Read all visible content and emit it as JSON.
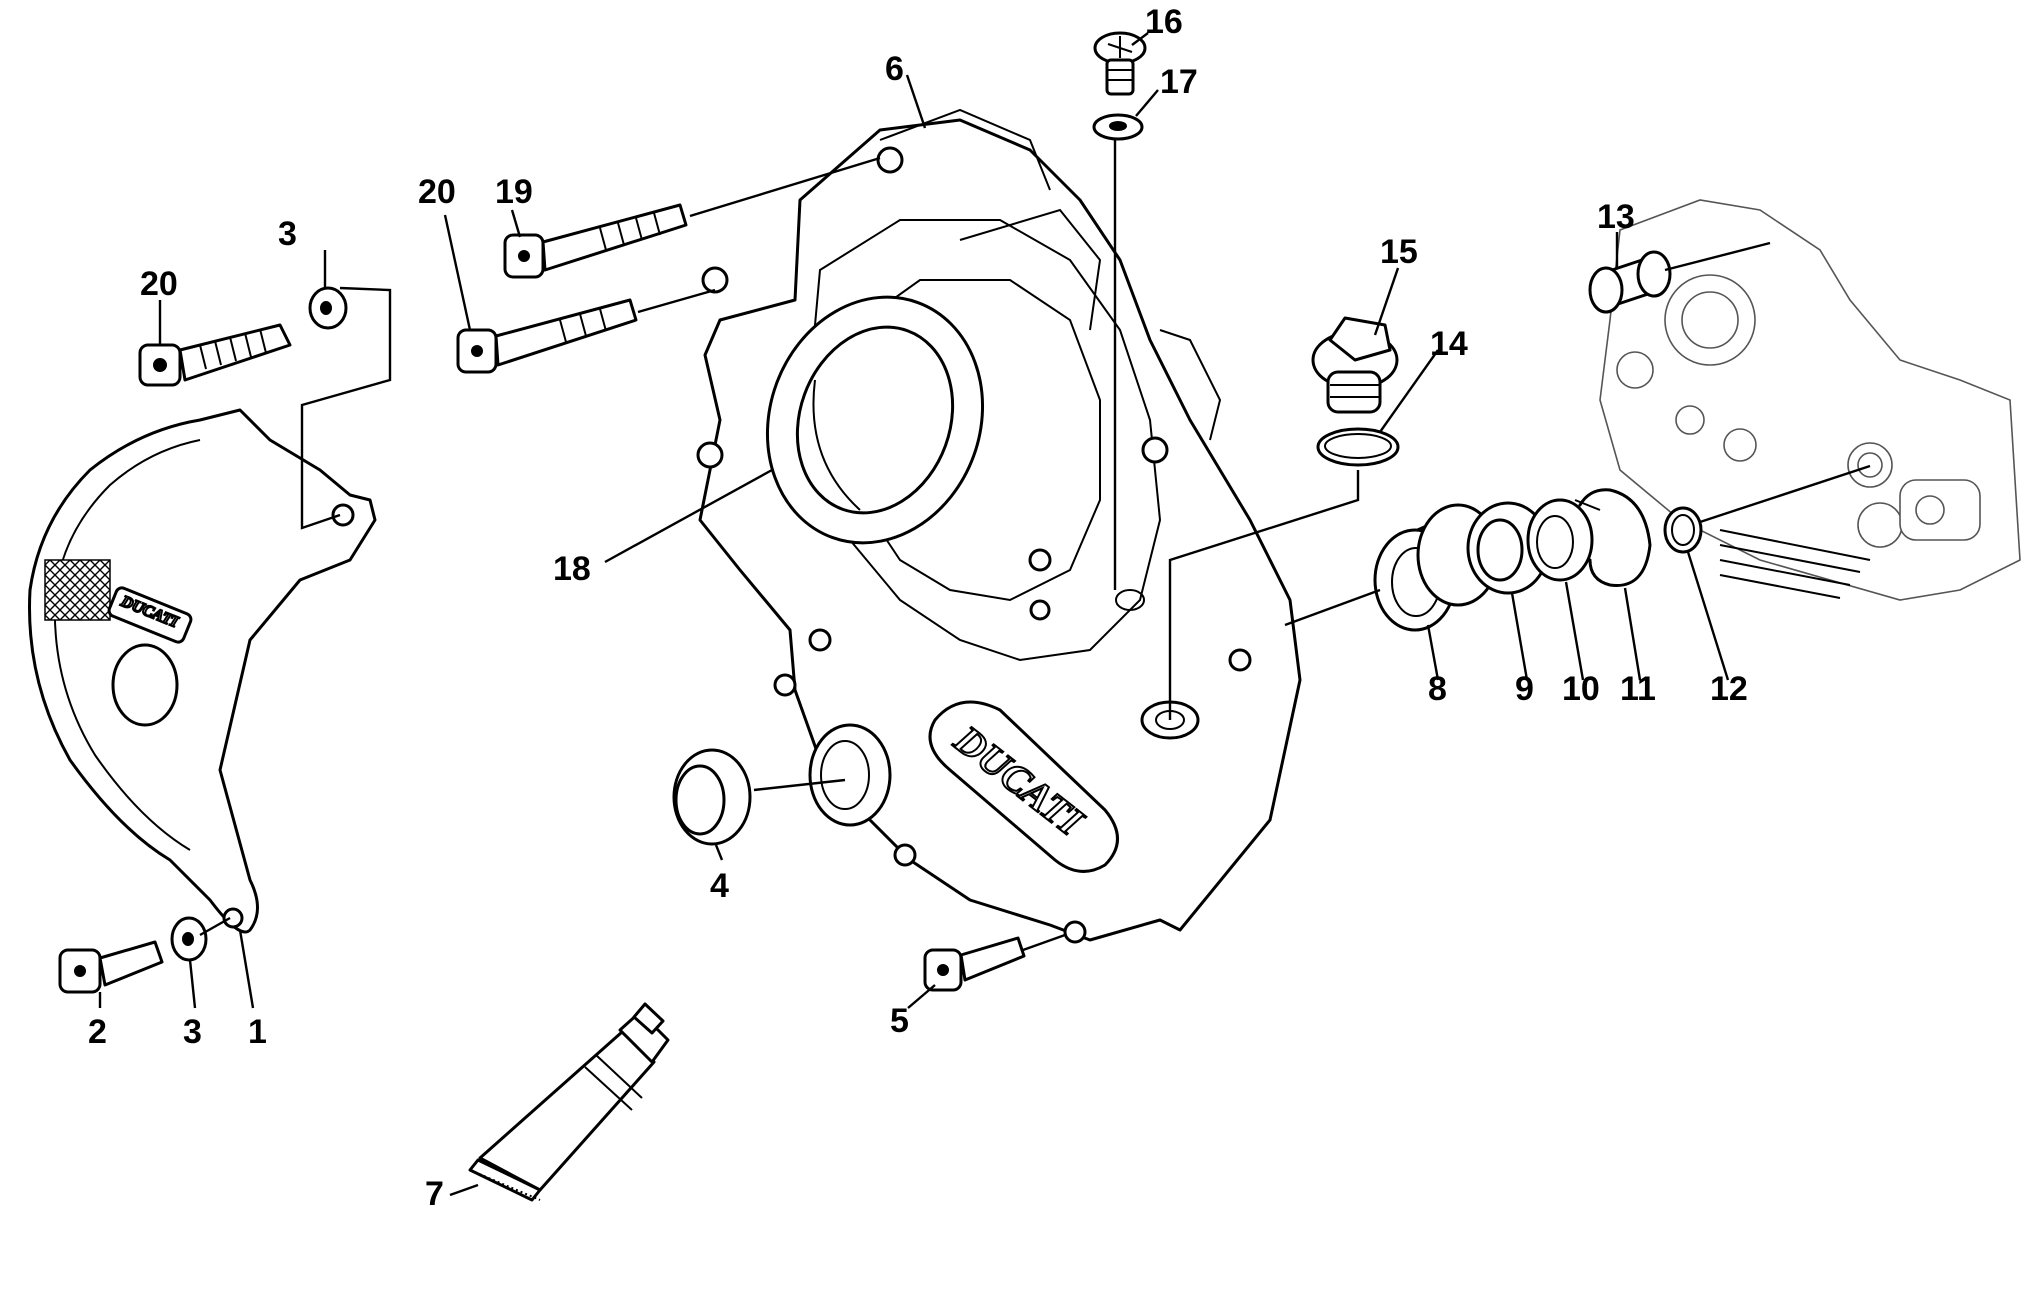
{
  "brand": {
    "logo_text_large": "DUCATI",
    "logo_text_small": "DUCATI"
  },
  "callouts": {
    "c1": "1",
    "c2": "2",
    "c3a": "3",
    "c3b": "3",
    "c4": "4",
    "c5": "5",
    "c6": "6",
    "c7": "7",
    "c8": "8",
    "c9": "9",
    "c10": "10",
    "c11": "11",
    "c12": "12",
    "c13": "13",
    "c14": "14",
    "c15": "15",
    "c16": "16",
    "c17": "17",
    "c18": "18",
    "c19": "19",
    "c20a": "20",
    "c20b": "20"
  }
}
